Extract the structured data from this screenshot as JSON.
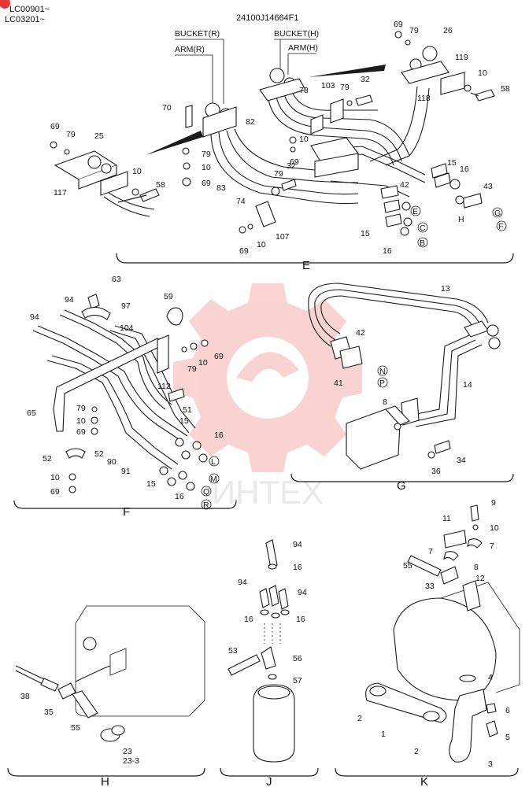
{
  "header": {
    "serial_1": "LC00901~",
    "serial_2": "LC03201~",
    "drawing_number": "24100J14664F1"
  },
  "watermark": {
    "text": "ИНТЕХ",
    "color": "#e53935"
  },
  "group_labels": {
    "bucket_r": "BUCKET(R)",
    "arm_r": "ARM(R)",
    "bucket_h": "BUCKET(H)",
    "arm_h": "ARM(H)"
  },
  "sections": {
    "E": "E",
    "F": "F",
    "G": "G",
    "H": "H",
    "J": "J",
    "K": "K"
  },
  "connection_markers": {
    "E": "E",
    "C": "C",
    "B": "B",
    "G": "G",
    "F": "F",
    "N": "N",
    "P": "P",
    "L": "L",
    "M": "M",
    "Q": "Q",
    "R": "R"
  },
  "callouts": {
    "p69a": "69",
    "p79a": "79",
    "p26": "26",
    "p119": "119",
    "p10a": "10",
    "p58a": "58",
    "p118": "118",
    "p103": "103",
    "p32a": "32",
    "p79b": "79",
    "p73": "73",
    "p82": "82",
    "p70": "70",
    "p79c": "79",
    "p10b": "10",
    "p69b": "69",
    "p69c": "69",
    "p79d": "79",
    "p25": "25",
    "p117": "117",
    "p10c": "10",
    "p58b": "58",
    "p83": "83",
    "p74": "74",
    "p69d": "69",
    "p10d": "10",
    "p79e": "79",
    "p32b": "32",
    "p107": "107",
    "p69e": "69",
    "p10e": "10",
    "p15a": "15",
    "p16a": "16",
    "p43": "43",
    "p42a": "42",
    "p15b": "15",
    "p16b": "16",
    "p63": "63",
    "p94a": "94",
    "p97": "97",
    "p59": "59",
    "p94b": "94",
    "p104": "104",
    "p79f": "79",
    "p10f": "10",
    "p69f": "69",
    "p112": "112",
    "p51": "51",
    "p65": "65",
    "p79g": "79",
    "p10g": "10",
    "p69g": "69",
    "p52a": "52",
    "p52b": "52",
    "p10h": "10",
    "p69h": "69",
    "p90": "90",
    "p91": "91",
    "p15c": "15",
    "p16c": "16",
    "p15d": "15",
    "p16d": "16",
    "p13": "13",
    "p42b": "42",
    "p41": "41",
    "p14": "14",
    "p8a": "8",
    "p34": "34",
    "p36": "36",
    "p38": "38",
    "p35": "35",
    "p55a": "55",
    "p23": "23",
    "p23_3": "23-3",
    "p94c": "94",
    "p16e": "16",
    "p94d": "94",
    "p94e": "94",
    "p16f": "16",
    "p16g": "16",
    "p53": "53",
    "p56": "56",
    "p57": "57",
    "p9": "9",
    "p11": "11",
    "p10i": "10",
    "p7a": "7",
    "p7b": "7",
    "p55b": "55",
    "p8b": "8",
    "p33": "33",
    "p12": "12",
    "p4": "4",
    "p2a": "2",
    "p1": "1",
    "p2b": "2",
    "p3": "3",
    "p6": "6",
    "p5": "5"
  }
}
